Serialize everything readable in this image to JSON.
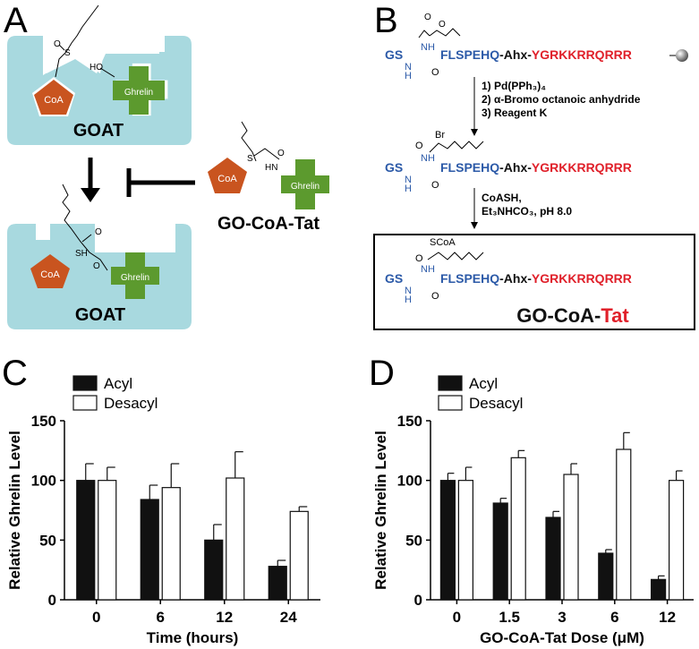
{
  "panels": {
    "A": {
      "letter": "A",
      "coa_label": "CoA",
      "ghrelin_label": "Ghrelin",
      "enzyme_label": "GOAT",
      "ho_label": "HO",
      "s_label": "S",
      "sh_label": "SH",
      "o_label": "O",
      "inhibitor_name": "GO-CoA-Tat",
      "hn_label": "HN",
      "colors": {
        "goat": "#a8d9df",
        "coa": "#c9541f",
        "ghrelin": "#5c9a2e"
      }
    },
    "B": {
      "letter": "B",
      "gs": "GS",
      "n_h": "H",
      "n_n": "N",
      "seq_blue": "FLSPEHQ",
      "seq_mid": "-Ahx-",
      "seq_red": "YGRKKRRQRRR",
      "nh": "NH",
      "o": "O",
      "br": "Br",
      "scoa": "SCoA",
      "steps1": [
        "1) Pd(PPh₃)₄",
        "2) α-Bromo octanoic anhydride",
        "3) Reagent K"
      ],
      "steps2": [
        "CoASH,",
        "Et₃NHCO₃, pH 8.0"
      ],
      "product_name_black": "GO-CoA-",
      "product_name_red": "Tat",
      "colors": {
        "blue": "#2c5aa8",
        "red": "#e0202a"
      }
    }
  },
  "chart_data": [
    {
      "panel": "C",
      "type": "bar",
      "categories": [
        "0",
        "6",
        "12",
        "24"
      ],
      "series": [
        {
          "name": "Acyl",
          "values": [
            100,
            84,
            50,
            28
          ],
          "errors": [
            14,
            12,
            13,
            5
          ]
        },
        {
          "name": "Desacyl",
          "values": [
            100,
            94,
            102,
            74
          ],
          "errors": [
            11,
            20,
            22,
            4
          ]
        }
      ],
      "xlabel": "Time (hours)",
      "ylabel": "Relative  Ghrelin Level",
      "ylim": [
        0,
        150
      ],
      "yticks": [
        "0",
        "50",
        "100",
        "150"
      ],
      "legend": "top-left"
    },
    {
      "panel": "D",
      "type": "bar",
      "categories": [
        "0",
        "1.5",
        "3",
        "6",
        "12"
      ],
      "series": [
        {
          "name": "Acyl",
          "values": [
            100,
            81,
            69,
            39,
            17
          ],
          "errors": [
            6,
            4,
            5,
            3,
            3
          ]
        },
        {
          "name": "Desacyl",
          "values": [
            100,
            119,
            105,
            126,
            100
          ],
          "errors": [
            11,
            6,
            9,
            14,
            8
          ]
        }
      ],
      "xlabel": "GO-CoA-Tat Dose (μM)",
      "ylabel": "Relative  Ghrelin Level",
      "ylim": [
        0,
        150
      ],
      "yticks": [
        "0",
        "50",
        "100",
        "150"
      ],
      "legend": "top-left"
    }
  ],
  "panel_letters": {
    "C": "C",
    "D": "D"
  }
}
